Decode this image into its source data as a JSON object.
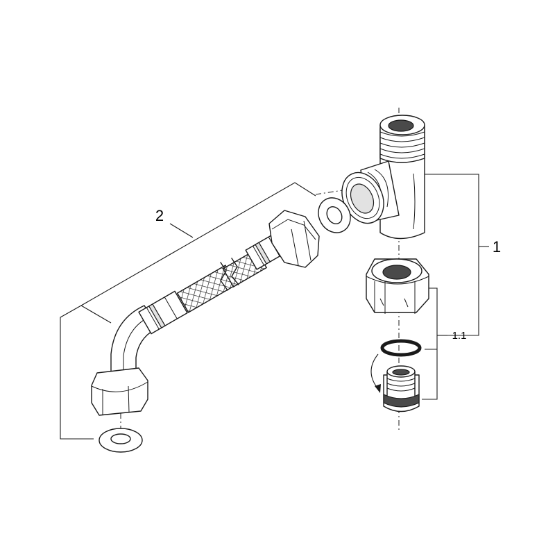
{
  "labels": {
    "main_assembly": "1",
    "sub_assembly": "1.1",
    "hose_assembly": "2"
  }
}
